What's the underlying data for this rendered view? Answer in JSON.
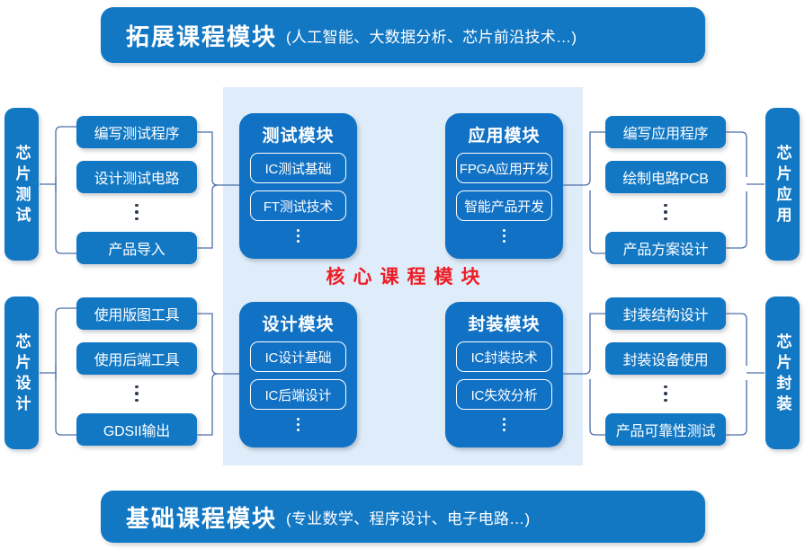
{
  "banners": {
    "top": {
      "title": "拓展课程模块",
      "subtitle": "(人工智能、大数据分析、芯片前沿技术…)"
    },
    "bottom": {
      "title": "基础课程模块",
      "subtitle": "(专业数学、程序设计、电子电路…)"
    }
  },
  "core": {
    "label": "核心课程模块",
    "modules": [
      {
        "key": "test",
        "title": "测试模块",
        "items": [
          "IC测试基础",
          "FT测试技术"
        ],
        "ellipsis": "⋮"
      },
      {
        "key": "application",
        "title": "应用模块",
        "items": [
          "FPGA应用开发",
          "智能产品开发"
        ],
        "ellipsis": "⋮"
      },
      {
        "key": "design",
        "title": "设计模块",
        "items": [
          "IC设计基础",
          "IC后端设计"
        ],
        "ellipsis": "⋮"
      },
      {
        "key": "package",
        "title": "封装模块",
        "items": [
          "IC封装技术",
          "IC失效分析"
        ],
        "ellipsis": "⋮"
      }
    ]
  },
  "branches": {
    "chip_test": {
      "label": "芯片测试",
      "items": [
        "编写测试程序",
        "设计测试电路",
        "产品导入"
      ],
      "ellipsis": "⋮"
    },
    "chip_design": {
      "label": "芯片设计",
      "items": [
        "使用版图工具",
        "使用后端工具",
        "GDSII输出"
      ],
      "ellipsis": "⋮"
    },
    "chip_application": {
      "label": "芯片应用",
      "items": [
        "编写应用程序",
        "绘制电路PCB",
        "产品方案设计"
      ],
      "ellipsis": "⋮"
    },
    "chip_package": {
      "label": "芯片封装",
      "items": [
        "封装结构设计",
        "封装设备使用",
        "产品可靠性测试"
      ],
      "ellipsis": "⋮"
    }
  },
  "colors": {
    "brand_blue": "#1378c4",
    "module_blue": "#1171c4",
    "core_panel_bg": "#dfecf9",
    "core_label_red": "#ee1c25",
    "wire": "#4a6fa8",
    "text_white": "#ffffff"
  }
}
